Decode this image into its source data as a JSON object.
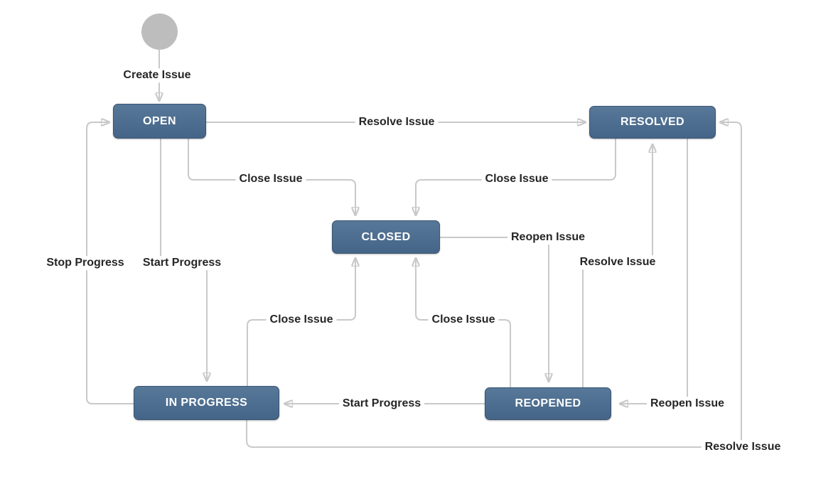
{
  "diagram": {
    "type": "workflow-state-diagram",
    "colors": {
      "node_fill": "#4a6a8e",
      "node_fill_top": "#577899",
      "node_border": "#3a5472",
      "node_text": "#ffffff",
      "connector_line": "#c9c9c9",
      "arrowhead": "#c1c1c1",
      "edge_label_text": "#262626",
      "start_node_fill": "#bdbdbd",
      "background": "#ffffff"
    },
    "nodes": {
      "start": {
        "type": "initial-node"
      },
      "open": {
        "label": "OPEN"
      },
      "resolved": {
        "label": "RESOLVED"
      },
      "closed": {
        "label": "CLOSED"
      },
      "in_progress": {
        "label": "IN PROGRESS"
      },
      "reopened": {
        "label": "REOPENED"
      }
    },
    "transitions": [
      {
        "from": "start",
        "to": "open",
        "label": "Create Issue"
      },
      {
        "from": "open",
        "to": "resolved",
        "label": "Resolve Issue"
      },
      {
        "from": "open",
        "to": "closed",
        "label": "Close Issue"
      },
      {
        "from": "resolved",
        "to": "closed",
        "label": "Close Issue"
      },
      {
        "from": "closed",
        "to": "reopened",
        "label": "Reopen Issue"
      },
      {
        "from": "in_progress",
        "to": "open",
        "label": "Stop Progress"
      },
      {
        "from": "open",
        "to": "in_progress",
        "label": "Start Progress"
      },
      {
        "from": "reopened",
        "to": "resolved",
        "label": "Resolve Issue"
      },
      {
        "from": "in_progress",
        "to": "closed",
        "label": "Close Issue"
      },
      {
        "from": "reopened",
        "to": "closed",
        "label": "Close Issue"
      },
      {
        "from": "reopened",
        "to": "in_progress",
        "label": "Start Progress"
      },
      {
        "from": "resolved",
        "to": "reopened",
        "label": "Reopen Issue"
      },
      {
        "from": "in_progress",
        "to": "resolved",
        "label": "Resolve Issue"
      }
    ]
  }
}
